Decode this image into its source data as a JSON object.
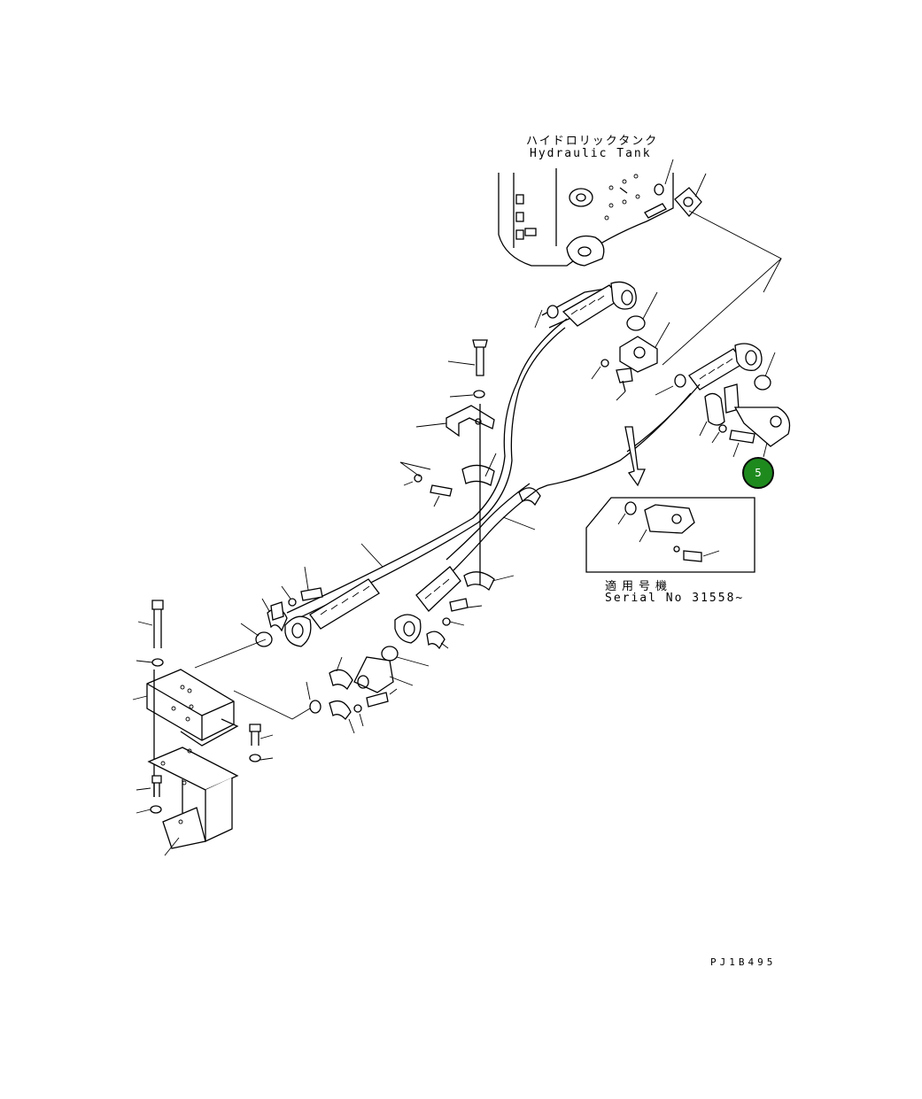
{
  "labels": {
    "tank_jp": "ハイドロリックタンク",
    "tank_en": "Hydraulic Tank",
    "serial_jp": "適用号機",
    "serial_en": "Serial No 31558~",
    "drawing_code": "PJ1B495"
  },
  "callout": {
    "number": "5",
    "color": "#1e8a1e"
  },
  "colors": {
    "line": "#000000",
    "background": "#ffffff"
  }
}
